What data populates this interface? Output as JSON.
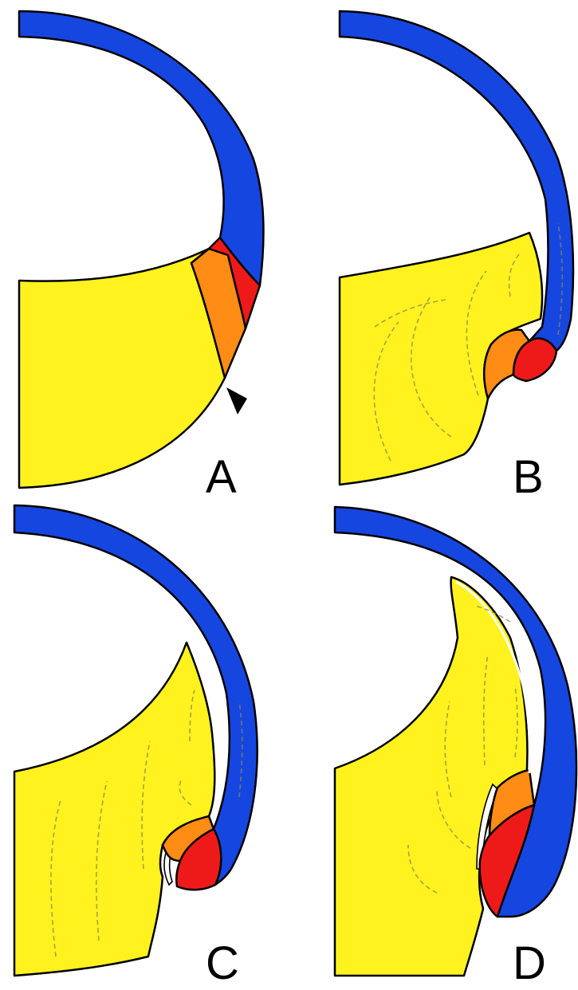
{
  "figure": {
    "panels": [
      {
        "id": "a",
        "label": "A"
      },
      {
        "id": "b",
        "label": "B"
      },
      {
        "id": "c",
        "label": "C"
      },
      {
        "id": "d",
        "label": "D"
      }
    ]
  },
  "colors": {
    "blue_layer": "#1646e0",
    "yellow_region": "#fff21f",
    "orange_region": "#ff8c14",
    "red_region": "#ee1a1a",
    "outline": "#000000",
    "background": "#ffffff"
  }
}
